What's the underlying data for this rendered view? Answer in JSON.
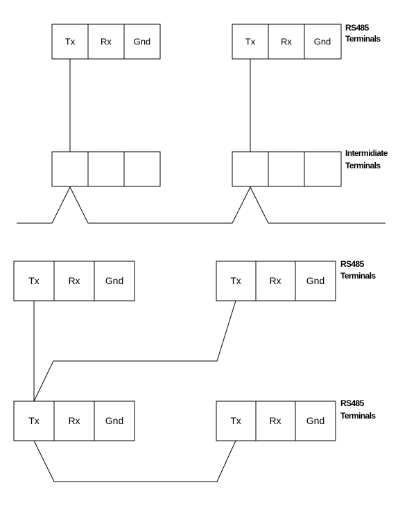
{
  "top_diagram": {
    "rs485_label_line1": "RS485",
    "rs485_label_line2": "Terminals",
    "intermediate_label_line1": "Intermidiate",
    "intermediate_label_line2": "Terminals",
    "left_block": {
      "cells": [
        "Tx",
        "Rx",
        "Gnd"
      ]
    },
    "right_block": {
      "cells": [
        "Tx",
        "Rx",
        "Gnd"
      ]
    }
  },
  "bottom_diagram": {
    "upper_label_line1": "RS485",
    "upper_label_line2": "Terminals",
    "lower_label_line1": "RS485",
    "lower_label_line2": "Terminals",
    "upper_left_block": {
      "cells": [
        "Tx",
        "Rx",
        "Gnd"
      ]
    },
    "upper_right_block": {
      "cells": [
        "Tx",
        "Rx",
        "Gnd"
      ]
    },
    "lower_left_block": {
      "cells": [
        "Tx",
        "Rx",
        "Gnd"
      ]
    },
    "lower_right_block": {
      "cells": [
        "Tx",
        "Rx",
        "Gnd"
      ]
    }
  }
}
